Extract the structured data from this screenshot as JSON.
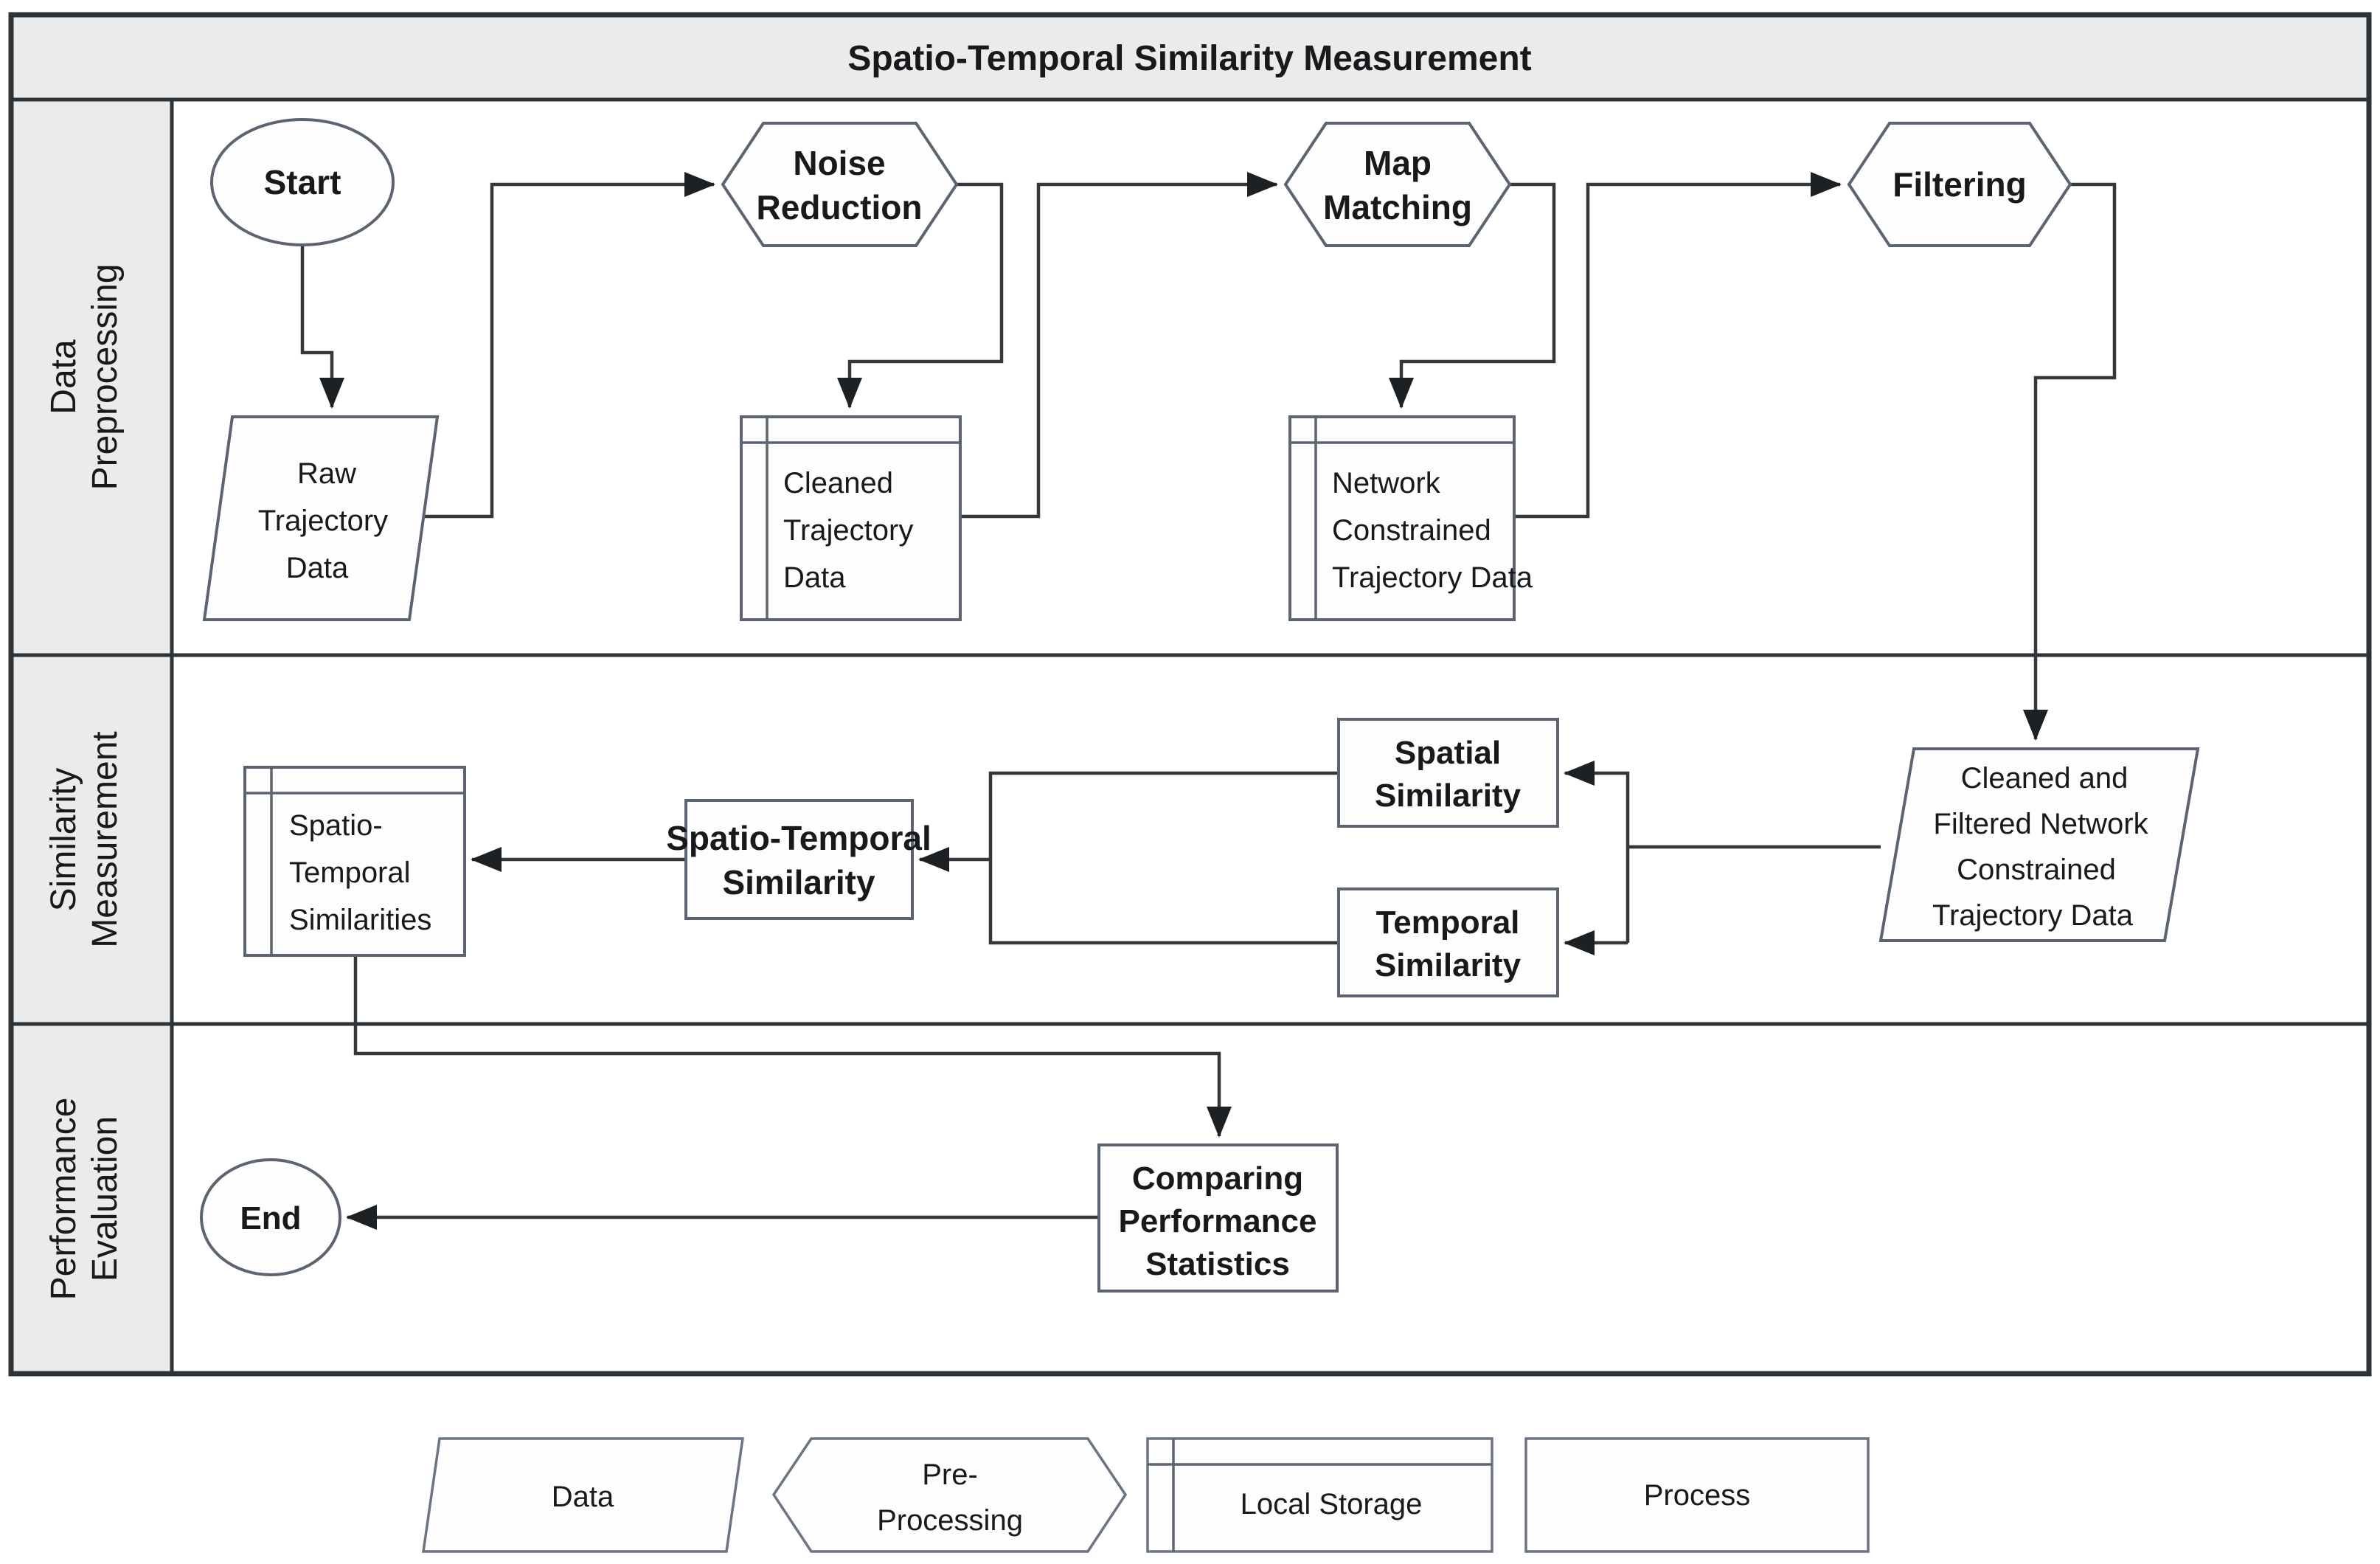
{
  "title": "Spatio-Temporal Similarity Measurement",
  "lanes": [
    {
      "line1": "Data",
      "line2": "Preprocessing"
    },
    {
      "line1": "Similarity",
      "line2": "Measurement"
    },
    {
      "line1": "Performance",
      "line2": "Evaluation"
    }
  ],
  "nodes": {
    "start": {
      "label": "Start"
    },
    "raw_trajectory_data": {
      "lines": [
        "Raw",
        "Trajectory",
        "Data"
      ]
    },
    "noise_reduction": {
      "lines": [
        "Noise",
        "Reduction"
      ]
    },
    "cleaned_trajectory_data": {
      "lines": [
        "Cleaned",
        "Trajectory",
        "Data"
      ]
    },
    "map_matching": {
      "lines": [
        "Map",
        "Matching"
      ]
    },
    "network_constrained": {
      "lines": [
        "Network",
        "Constrained",
        "Trajectory Data"
      ]
    },
    "filtering": {
      "label": "Filtering"
    },
    "cleaned_filtered": {
      "lines": [
        "Cleaned and",
        "Filtered Network",
        "Constrained",
        "Trajectory Data"
      ]
    },
    "spatial_similarity": {
      "lines": [
        "Spatial",
        "Similarity"
      ]
    },
    "temporal_similarity": {
      "lines": [
        "Temporal",
        "Similarity"
      ]
    },
    "spatio_temporal_similarity": {
      "lines": [
        "Spatio-Temporal",
        "Similarity"
      ]
    },
    "spatio_temporal_similarities": {
      "lines": [
        "Spatio-",
        "Temporal",
        "Similarities"
      ]
    },
    "comparing_performance": {
      "lines": [
        "Comparing",
        "Performance",
        "Statistics"
      ]
    },
    "end": {
      "label": "End"
    }
  },
  "legend": {
    "data_label": "Data",
    "preprocessing_lines": [
      "Pre-",
      "Processing"
    ],
    "local_storage_label": "Local Storage",
    "process_label": "Process"
  },
  "colors": {
    "band_gray": "#ebebeb",
    "frame": "#2e3338",
    "shape_border": "#5b6470",
    "connector": "#34383c",
    "text": "#17191c"
  }
}
